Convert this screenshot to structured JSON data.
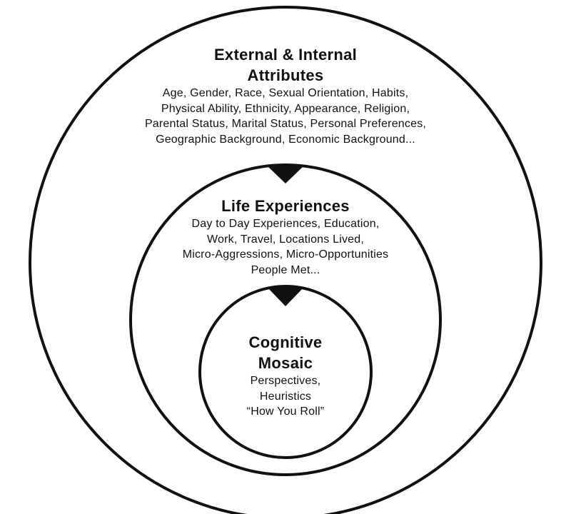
{
  "outer": {
    "title_lines": [
      "External & Internal",
      "Attributes"
    ],
    "body_lines": [
      "Age, Gender, Race, Sexual Orientation, Habits,",
      "Physical Ability, Ethnicity, Appearance, Religion,",
      "Parental Status, Marital Status, Personal Preferences,",
      "Geographic Background, Economic Background..."
    ]
  },
  "middle": {
    "title_lines": [
      "Life Experiences"
    ],
    "body_lines": [
      "Day to Day Experiences, Education,",
      "Work, Travel, Locations Lived,",
      "Micro-Aggressions, Micro-Opportunities",
      "People Met..."
    ]
  },
  "inner": {
    "title_lines": [
      "Cognitive",
      "Mosaic"
    ],
    "body_lines": [
      "Perspectives,",
      "Heuristics",
      "“How You Roll”"
    ]
  },
  "colors": {
    "stroke": "#111111",
    "arrow": "#111111",
    "background": "#ffffff"
  }
}
